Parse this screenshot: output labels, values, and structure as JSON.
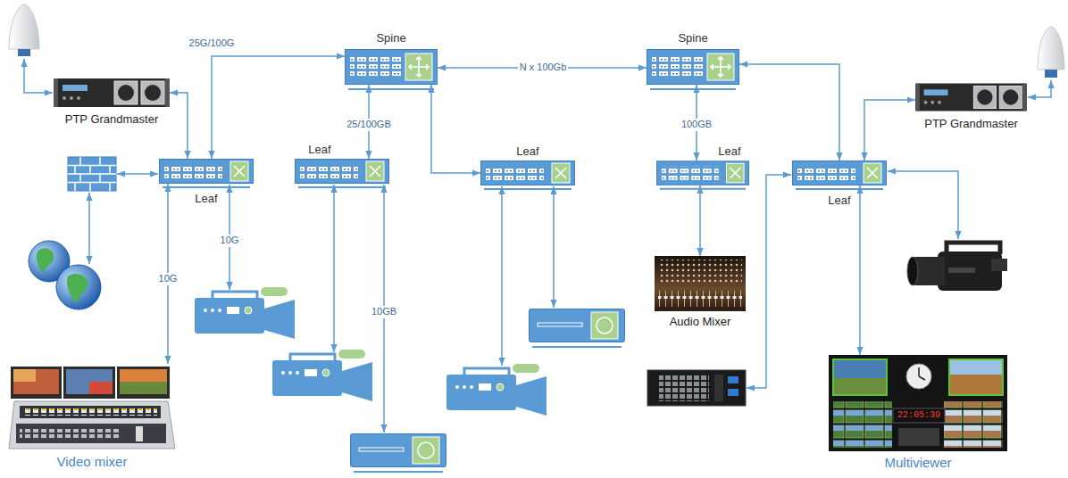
{
  "diagram": {
    "nodes": [
      {
        "text": [
          "PTP Grandmaster"
        ]
      },
      {
        "text": [
          "Spine"
        ]
      },
      {
        "text": [
          "Spine"
        ]
      },
      {
        "text": [
          "PTP Grandmaster"
        ]
      },
      {
        "text": [
          "Leaf"
        ]
      },
      {
        "text": [
          "Leaf"
        ]
      },
      {
        "text": [
          "Leaf"
        ]
      },
      {
        "text": [
          "Leaf"
        ]
      },
      {
        "text": [
          "Leaf"
        ]
      },
      {
        "text": [
          "Audio Mixer"
        ]
      },
      {
        "text": [
          "Video mixer"
        ]
      },
      {
        "text": [
          "Multiviewer"
        ]
      }
    ],
    "edges": [
      {
        "from": 0,
        "to": 4,
        "arrow": "both"
      },
      {
        "from": 4,
        "to": 1,
        "label": "25G/100G",
        "arrow": "both"
      },
      {
        "from": 1,
        "to": 2,
        "label": "N x 100Gb",
        "arrow": "both"
      },
      {
        "from": 1,
        "to": 5,
        "label": "25/100GB",
        "arrow": "both"
      },
      {
        "from": 1,
        "to": 6,
        "arrow": "both"
      },
      {
        "from": 2,
        "to": 7,
        "label": "100GB",
        "arrow": "both"
      },
      {
        "from": 2,
        "to": 8,
        "arrow": "both"
      },
      {
        "from": 3,
        "to": 8,
        "arrow": "both"
      },
      {
        "from": 4,
        "to": 10,
        "label": "10G",
        "arrow": "both"
      },
      {
        "from": 7,
        "to": 9,
        "arrow": "both"
      },
      {
        "from": 8,
        "to": 11,
        "arrow": "both"
      }
    ],
    "labels": [
      "10G",
      "10GB",
      "22:05:39"
    ]
  }
}
